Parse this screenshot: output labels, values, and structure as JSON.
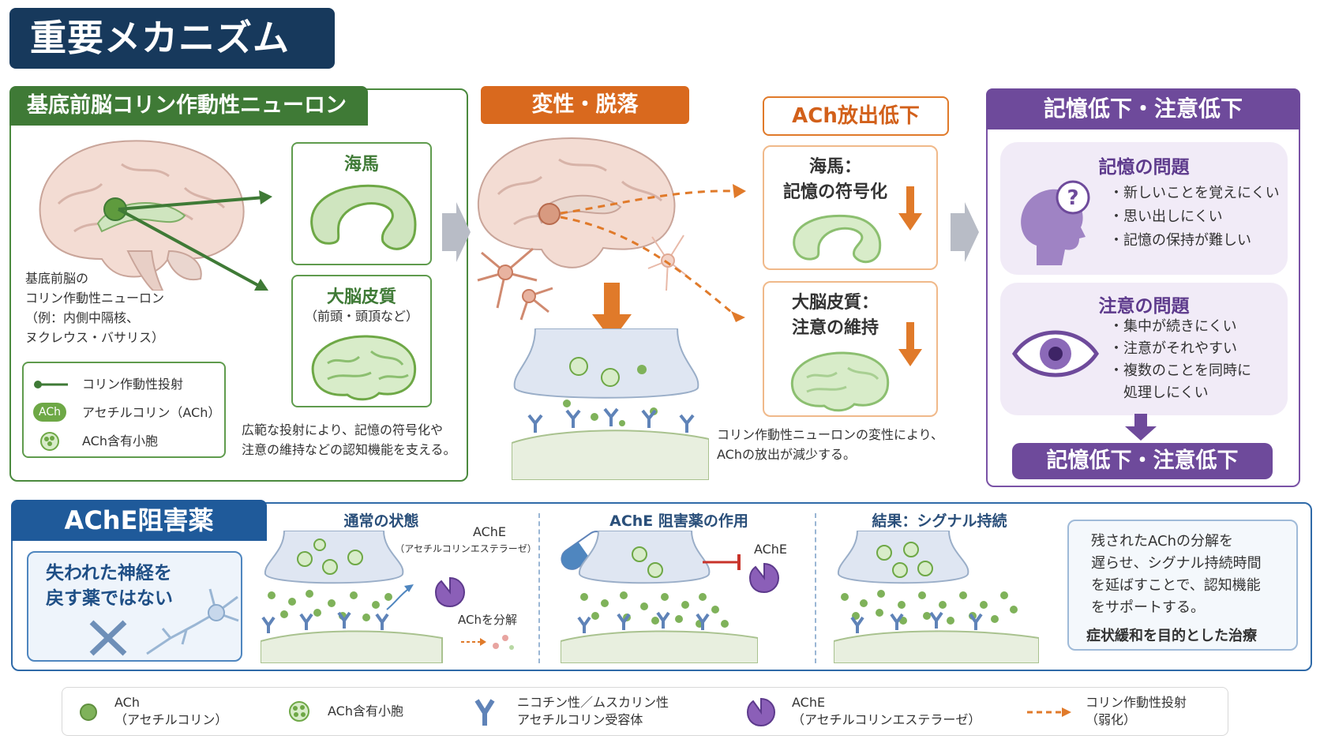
{
  "title": "重要メカニズム",
  "section1": {
    "header": "基底前脳コリン作動性ニューロン",
    "neuron_label": [
      "基底前脳の",
      "コリン作動性ニューロン",
      "（例：内側中隔核、",
      "ヌクレウス・バサリス）"
    ],
    "hippocampus": "海馬",
    "cortex": "大脳皮質",
    "cortex_sub": "（前頭・頭頂など）",
    "legend": {
      "projection": "コリン作動性投射",
      "ach_icon": "ACh",
      "ach": "アセチルコリン（ACh）",
      "vesicle": "ACh含有小胞"
    },
    "caption": [
      "広範な投射により、記憶の符号化や",
      "注意の維持などの認知機能を支える。"
    ]
  },
  "section2": {
    "header": "変性・脱落",
    "bubble": "ACh放出低下",
    "box1_title": [
      "海馬：",
      "記憶の符号化"
    ],
    "box2_title": [
      "大脳皮質：",
      "注意の維持"
    ],
    "caption": [
      "コリン作動性ニューロンの変性により、",
      "AChの放出が減少する。"
    ]
  },
  "section3": {
    "header": "記憶低下・注意低下",
    "memory_title": "記憶の問題",
    "memory_items": [
      "・新しいことを覚えにくい",
      "・思い出しにくい",
      "・記憶の保持が難しい"
    ],
    "attention_title": "注意の問題",
    "attention_items": [
      "・集中が続きにくい",
      "・注意がそれやすい",
      "・複数のことを同時に",
      "　処理しにくい"
    ],
    "bottom": "記憶低下・注意低下",
    "question_mark": "?"
  },
  "section4": {
    "header": "AChE阻害薬",
    "note": [
      "失われた神経を",
      "戻す薬ではない"
    ],
    "step1_title": "通常の状態",
    "step1_ache": "AChE",
    "step1_ache_sub": "（アセチルコリンエステラーゼ）",
    "step1_break": "AChを分解",
    "step2_title": "AChE 阻害薬の作用",
    "step2_ache": "AChE",
    "step3_title": "結果：シグナル持続",
    "summary": [
      "残されたAChの分解を",
      "遅らせ、シグナル持続時間",
      "を延ばすことで、認知機能",
      "をサポートする。"
    ],
    "summary_end": "症状緩和を目的とした治療"
  },
  "legend": {
    "ach": [
      "ACh",
      "（アセチルコリン）"
    ],
    "vesicle": "ACh含有小胞",
    "receptor": [
      "ニコチン性／ムスカリン性",
      "アセチルコリン受容体"
    ],
    "ache": [
      "AChE",
      "（アセチルコリンエステラーゼ）"
    ],
    "projection": [
      "コリン作動性投射",
      "（弱化）"
    ]
  },
  "colors": {
    "navy": "#17395c",
    "green": "#3f7a36",
    "orange": "#d9691e",
    "purple": "#6e4a9b",
    "blue": "#1f5a9a"
  }
}
